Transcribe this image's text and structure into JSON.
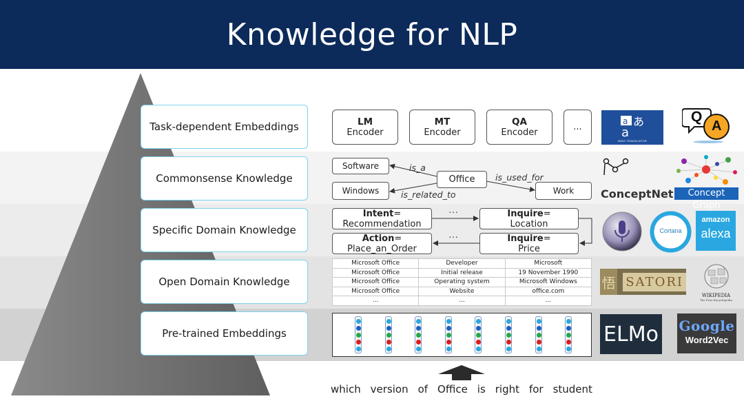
{
  "title": "Knowledge for NLP",
  "layers": [
    "Task-dependent Embeddings",
    "Commonsense Knowledge",
    "Specific Domain Knowledge",
    "Open Domain Knowledge",
    "Pre-trained Embeddings"
  ],
  "task": {
    "encoders": [
      {
        "name": "LM",
        "sub": "Encoder"
      },
      {
        "name": "MT",
        "sub": "Encoder"
      },
      {
        "name": "QA",
        "sub": "Encoder"
      }
    ],
    "more": "..."
  },
  "commonsense": {
    "nodes": {
      "software": "Software",
      "windows": "Windows",
      "office": "Office",
      "work": "Work"
    },
    "relations": {
      "is_a": "is_a",
      "is_related_to": "is_related_to",
      "is_used_for": "is_used_for"
    }
  },
  "domain": {
    "intent_key": "Intent",
    "intent_val": "Recommendation",
    "action_key": "Action",
    "action_val": "Place_an_Order",
    "inquire1_key": "Inquire",
    "inquire1_val": "Location",
    "inquire2_key": "Inquire",
    "inquire2_val": "Price",
    "eq": "=",
    "ellipsis": "···"
  },
  "open_domain": {
    "rows": [
      [
        "Microsoft Office",
        "Developer",
        "Microsoft"
      ],
      [
        "Microsoft Office",
        "Initial release",
        "19 November 1990"
      ],
      [
        "Microsoft Office",
        "Operating system",
        "Microsoft Windows"
      ],
      [
        "Microsoft Office",
        "Website",
        "office.com"
      ],
      [
        "...",
        "...",
        "..."
      ]
    ]
  },
  "embeddings": {
    "columns": 8,
    "dot_colors": [
      "#2aa7e0",
      "#1f5fbf",
      "#25a84a",
      "#e01b1b",
      "#2aa7e0"
    ]
  },
  "logos": {
    "bing_translator": "BING TRANSLATOR",
    "qa_badge_q": "Q",
    "qa_badge_a": "A",
    "conceptnet": "ConceptNet",
    "concept_graph": "Concept Graph",
    "cortana": "Cortana",
    "amazon": "amazon",
    "alexa": "alexa",
    "satori_glyph": "悟",
    "satori": "SATORI",
    "wikipedia": "WIKIPEDIA",
    "wikipedia_sub": "The Free Encyclopedia",
    "elmo": "ELMo",
    "google": "Google",
    "word2vec": "Word2Vec"
  },
  "colors": {
    "header_bg": "#0c2a5a",
    "layer_border": "#7fd2ef",
    "pyramid": "#6d6d6d"
  },
  "caption": [
    "which",
    "version",
    "of",
    "Office",
    "is",
    "right",
    "for",
    "student"
  ]
}
